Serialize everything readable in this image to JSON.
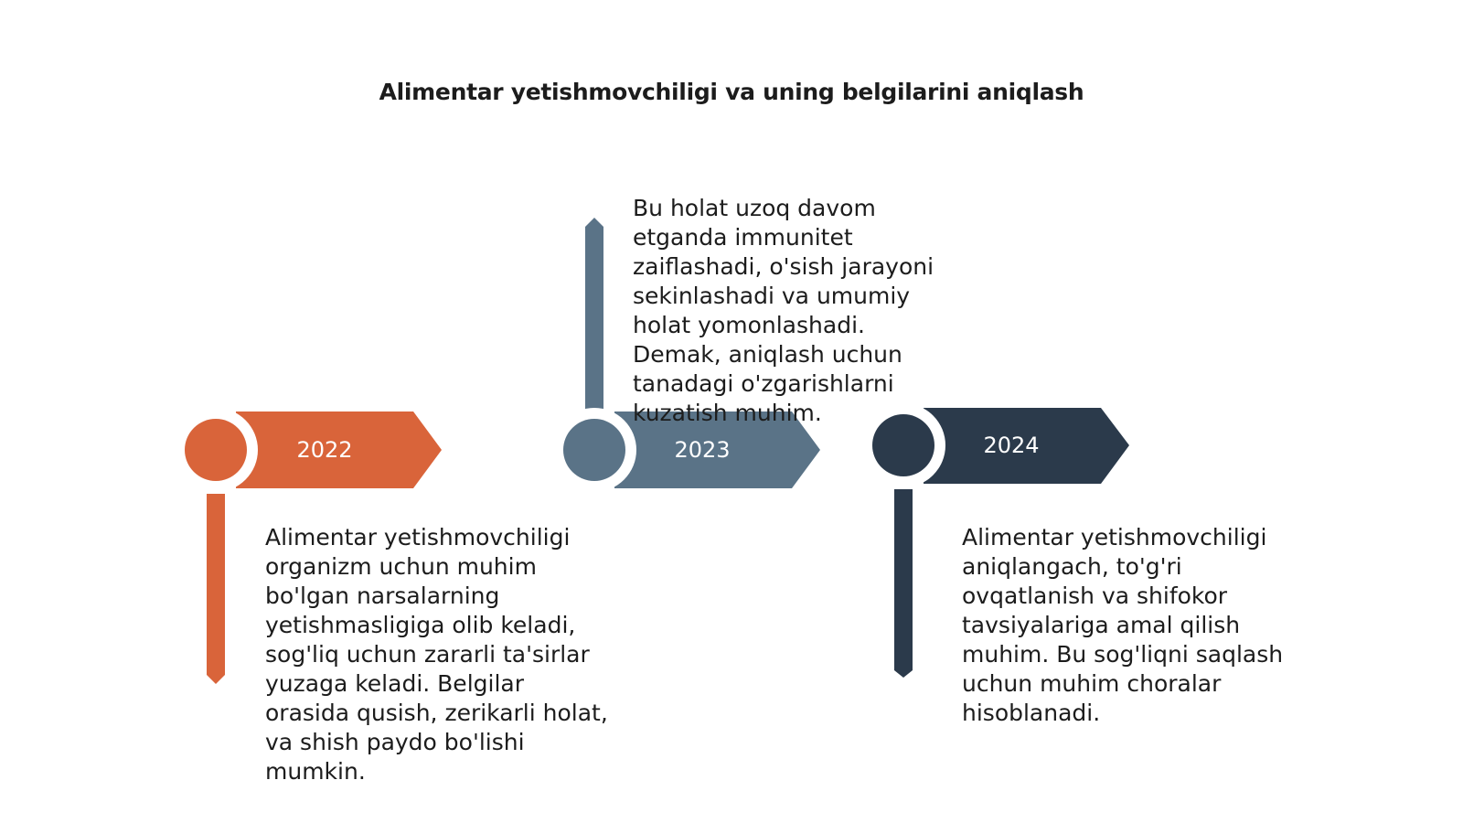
{
  "title": "Alimentar yetishmovchiligi va uning belgilarini aniqlash",
  "colors": {
    "orange": "#d9643a",
    "slate": "#5a7387",
    "navy": "#2b3a4b"
  },
  "timeline": [
    {
      "year": "2022",
      "color": "#d9643a",
      "text": "Alimentar yetishmovchiligi organizm uchun muhim bo'lgan narsalarning yetishmasligiga olib keladi, sog'liq uchun zararli ta'sirlar yuzaga keladi. Belgilar orasida qusish, zerikarli holat, va shish paydo bo'lishi mumkin."
    },
    {
      "year": "2023",
      "color": "#5a7387",
      "text": "Bu holat uzoq davom etganda immunitet zaiflashadi, o'sish jarayoni sekinlashadi va umumiy holat yomonlashadi. Demak, aniqlash uchun tanadagi o'zgarishlarni kuzatish muhim."
    },
    {
      "year": "2024",
      "color": "#2b3a4b",
      "text": "Alimentar yetishmovchiligi aniqlangach, to'g'ri ovqatlanish va shifokor tavsiyalariga amal qilish muhim. Bu sog'liqni saqlash uchun muhim choralar hisoblanadi."
    }
  ]
}
